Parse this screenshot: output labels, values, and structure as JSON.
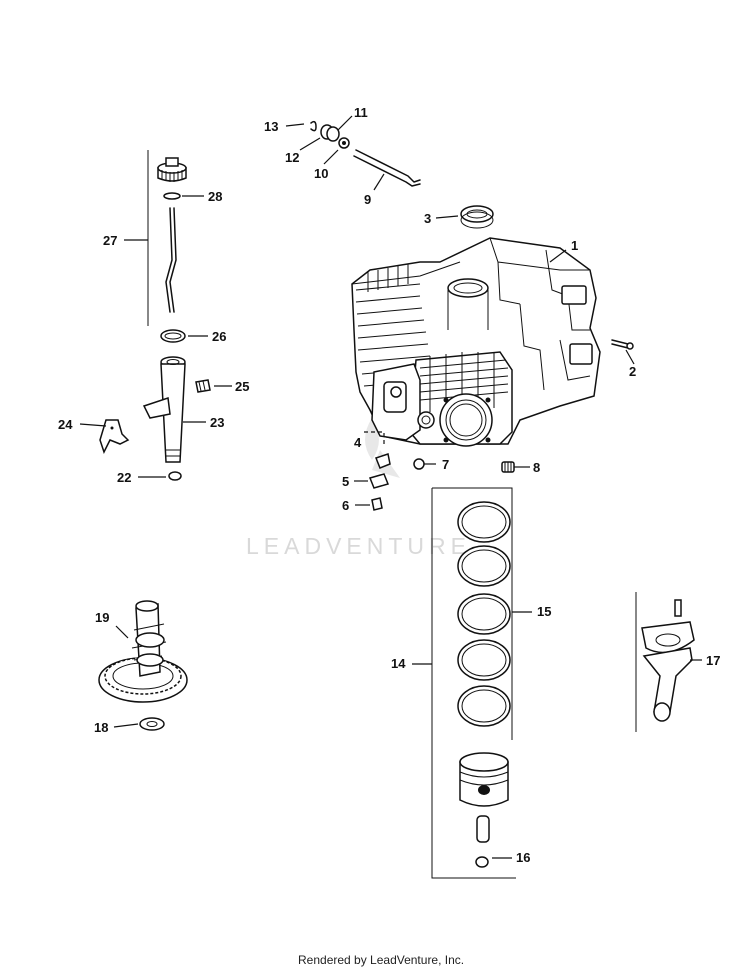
{
  "labels": [
    {
      "text": "1"
    },
    {
      "text": "2"
    },
    {
      "text": "3"
    },
    {
      "text": "4"
    },
    {
      "text": "5"
    },
    {
      "text": "6"
    },
    {
      "text": "7"
    },
    {
      "text": "8"
    },
    {
      "text": "9"
    },
    {
      "text": "10"
    },
    {
      "text": "11"
    },
    {
      "text": "12"
    },
    {
      "text": "13"
    },
    {
      "text": "14"
    },
    {
      "text": "15"
    },
    {
      "text": "16"
    },
    {
      "text": "17"
    },
    {
      "text": "18"
    },
    {
      "text": "19"
    },
    {
      "text": "22"
    },
    {
      "text": "23"
    },
    {
      "text": "24"
    },
    {
      "text": "25"
    },
    {
      "text": "26"
    },
    {
      "text": "27"
    },
    {
      "text": "28"
    }
  ],
  "watermark": "LEADVENTURE",
  "footer": "Rendered by LeadVenture, Inc."
}
